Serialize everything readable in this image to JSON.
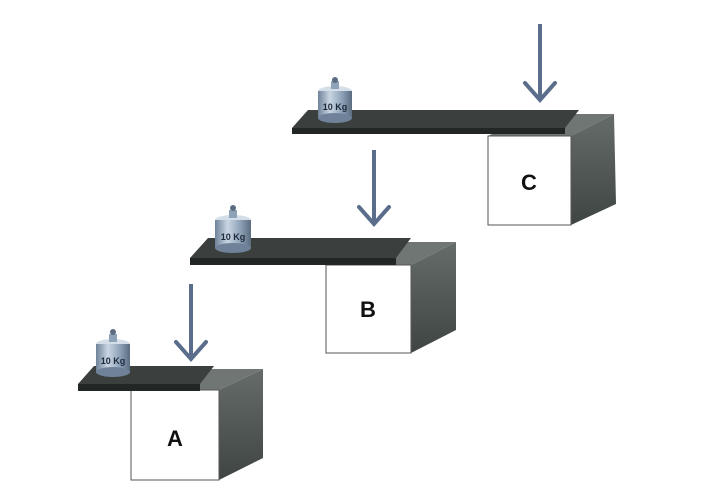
{
  "colors": {
    "arrow": "#5a6e8c",
    "plank": "#353a38",
    "box_front": "#ffffff",
    "box_side": "#4f5553",
    "box_top": "#6b716f",
    "weight_metal": "#9fb3c8"
  },
  "setups": [
    {
      "label": "A",
      "weight_label": "10 Kg",
      "weight_icon": "weight-icon",
      "arrow_icon": "down-arrow-icon"
    },
    {
      "label": "B",
      "weight_label": "10 Kg",
      "weight_icon": "weight-icon",
      "arrow_icon": "down-arrow-icon"
    },
    {
      "label": "C",
      "weight_label": "10 Kg",
      "weight_icon": "weight-icon",
      "arrow_icon": "down-arrow-icon"
    }
  ]
}
